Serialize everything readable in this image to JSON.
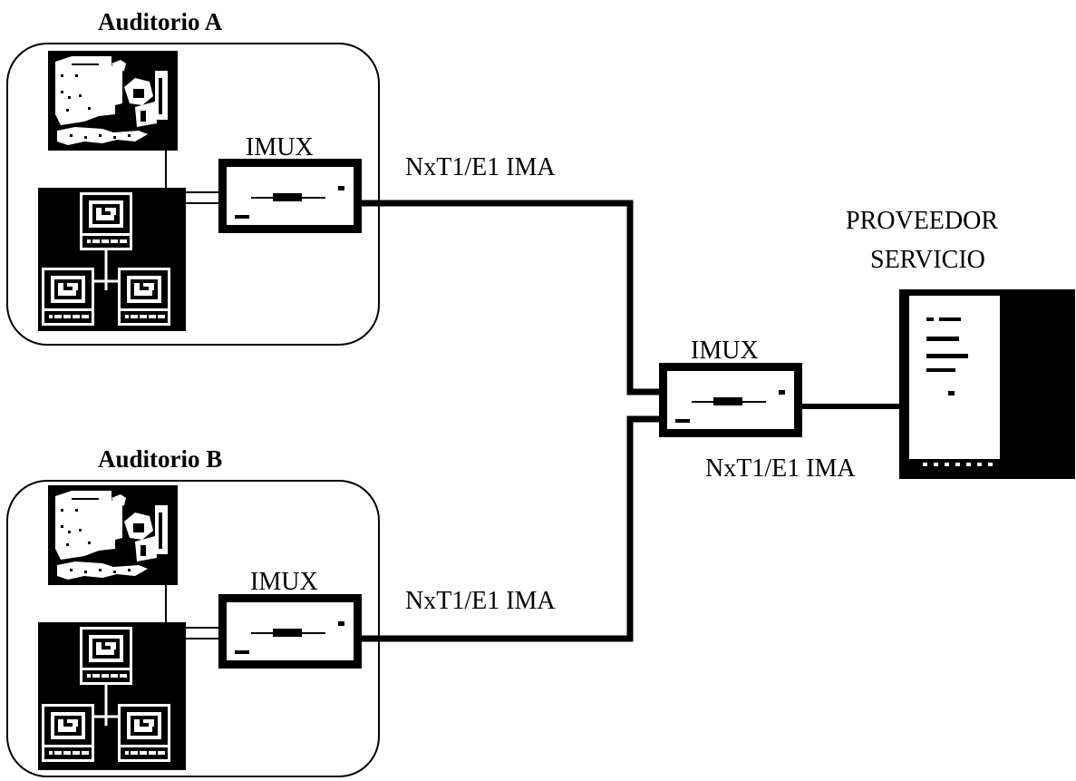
{
  "sites": [
    {
      "title": "Auditorio A",
      "imux_label": "IMUX",
      "link_label": "NxT1/E1 IMA"
    },
    {
      "title": "Auditorio B",
      "imux_label": "IMUX",
      "link_label": "NxT1/E1 IMA"
    }
  ],
  "central": {
    "imux_label": "IMUX",
    "link_label": "NxT1/E1 IMA"
  },
  "provider": {
    "line1": "PROVEEDOR",
    "line2": "SERVICIO"
  },
  "colors": {
    "ink": "#000000",
    "paper": "#ffffff"
  },
  "icons": [
    "videoconference-camera-icon",
    "computer-icon",
    "imux-device-icon",
    "server-icon"
  ]
}
